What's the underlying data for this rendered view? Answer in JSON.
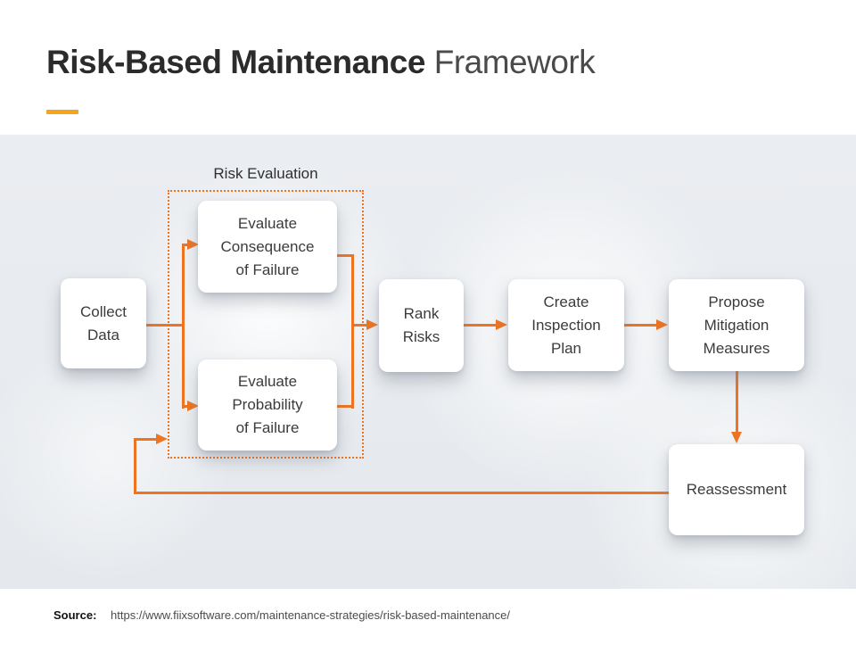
{
  "header": {
    "title_primary": "Risk-Based Maintenance",
    "title_secondary": "Framework"
  },
  "colors": {
    "accent_orange": "#EE7422",
    "accent_yellow": "#F5A51C"
  },
  "diagram": {
    "group_label": "Risk Evaluation",
    "nodes": [
      {
        "id": "collect-data",
        "label": "Collect\nData"
      },
      {
        "id": "evaluate-consequence",
        "label": "Evaluate\nConsequence\nof Failure"
      },
      {
        "id": "evaluate-probability",
        "label": "Evaluate\nProbability\nof Failure"
      },
      {
        "id": "rank-risks",
        "label": "Rank\nRisks"
      },
      {
        "id": "create-inspection-plan",
        "label": "Create\nInspection\nPlan"
      },
      {
        "id": "propose-mitigation-measures",
        "label": "Propose\nMitigation\nMeasures"
      },
      {
        "id": "reassessment",
        "label": "Reassessment"
      }
    ],
    "edges": [
      {
        "from": "collect-data",
        "to": "evaluate-consequence"
      },
      {
        "from": "collect-data",
        "to": "evaluate-probability"
      },
      {
        "from": "evaluate-consequence",
        "to": "rank-risks"
      },
      {
        "from": "evaluate-probability",
        "to": "rank-risks"
      },
      {
        "from": "rank-risks",
        "to": "create-inspection-plan"
      },
      {
        "from": "create-inspection-plan",
        "to": "propose-mitigation-measures"
      },
      {
        "from": "propose-mitigation-measures",
        "to": "reassessment"
      },
      {
        "from": "reassessment",
        "to": "risk-evaluation-group"
      }
    ]
  },
  "footer": {
    "source_label": "Source:",
    "source_url": "https://www.fiixsoftware.com/maintenance-strategies/risk-based-maintenance/"
  }
}
